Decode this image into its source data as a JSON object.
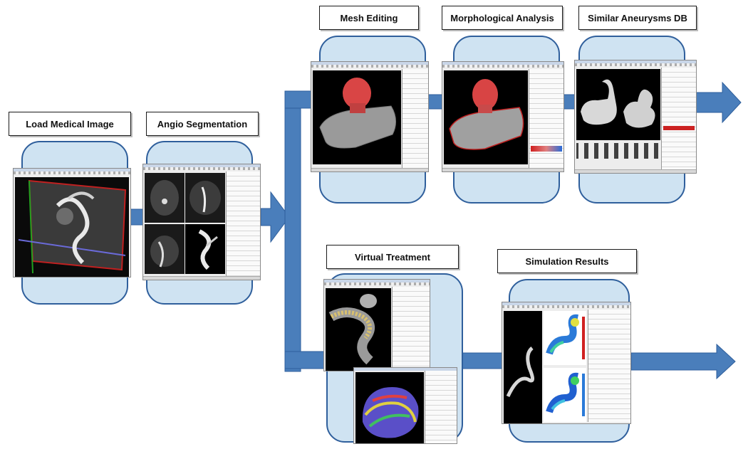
{
  "steps": {
    "load_medical_image": "Load Medical Image",
    "angio_segmentation": "Angio Segmentation",
    "mesh_editing": "Mesh Editing",
    "morphological_analysis": "Morphological Analysis",
    "similar_aneurysms_db": "Similar Aneurysms DB",
    "virtual_treatment": "Virtual Treatment",
    "simulation_results": "Simulation Results"
  },
  "colors": {
    "arrow_fill": "#4a7ebb",
    "pod_fill": "#cfe3f2",
    "pod_border": "#2f5f9c",
    "viewer_background": "#050505"
  }
}
